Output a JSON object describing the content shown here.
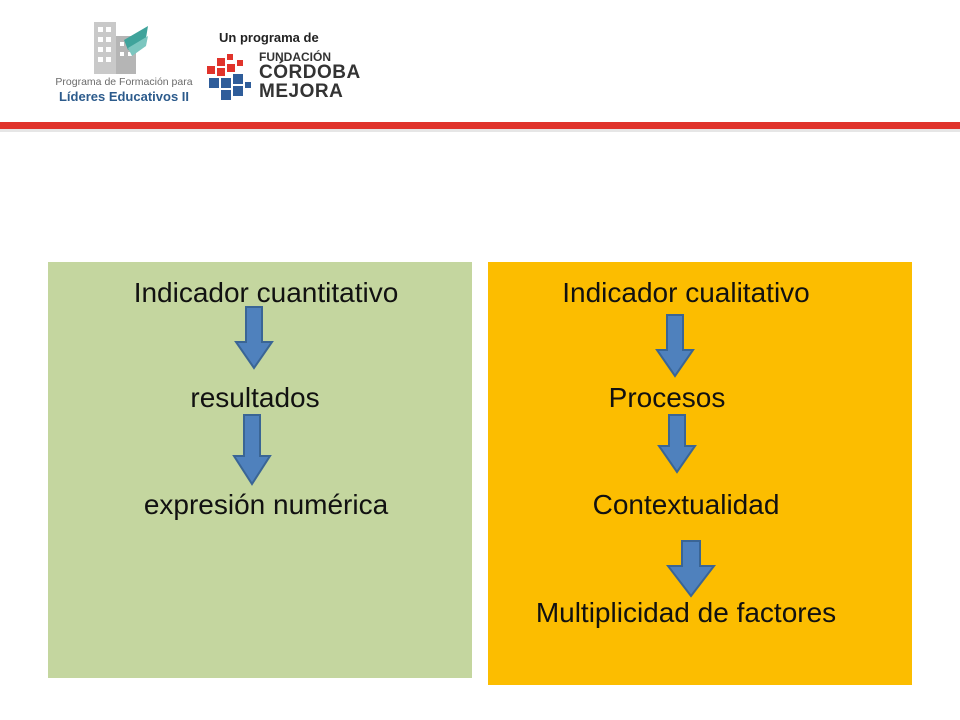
{
  "header": {
    "left_logo": {
      "icon": "building-icon",
      "caption_line1": "Programa de Formación para",
      "caption_line2": "Líderes Educativos II"
    },
    "right_logo": {
      "icon": "foundation-squares-icon",
      "tagline": "Un programa de",
      "line1": "FUNDACIÓN",
      "line2": "CÓRDOBA",
      "line3": "MEJORA"
    },
    "rule_color": "#e0332b"
  },
  "panels": {
    "left": {
      "color": "#c4d69f",
      "items": [
        "Indicador cuantitativo",
        "resultados",
        "expresión numérica"
      ]
    },
    "right": {
      "color": "#fcbd00",
      "items": [
        "Indicador cualitativo",
        "Procesos",
        "Contextualidad",
        "Multiplicidad de factores"
      ]
    }
  },
  "arrow_color": "#4f81bd"
}
